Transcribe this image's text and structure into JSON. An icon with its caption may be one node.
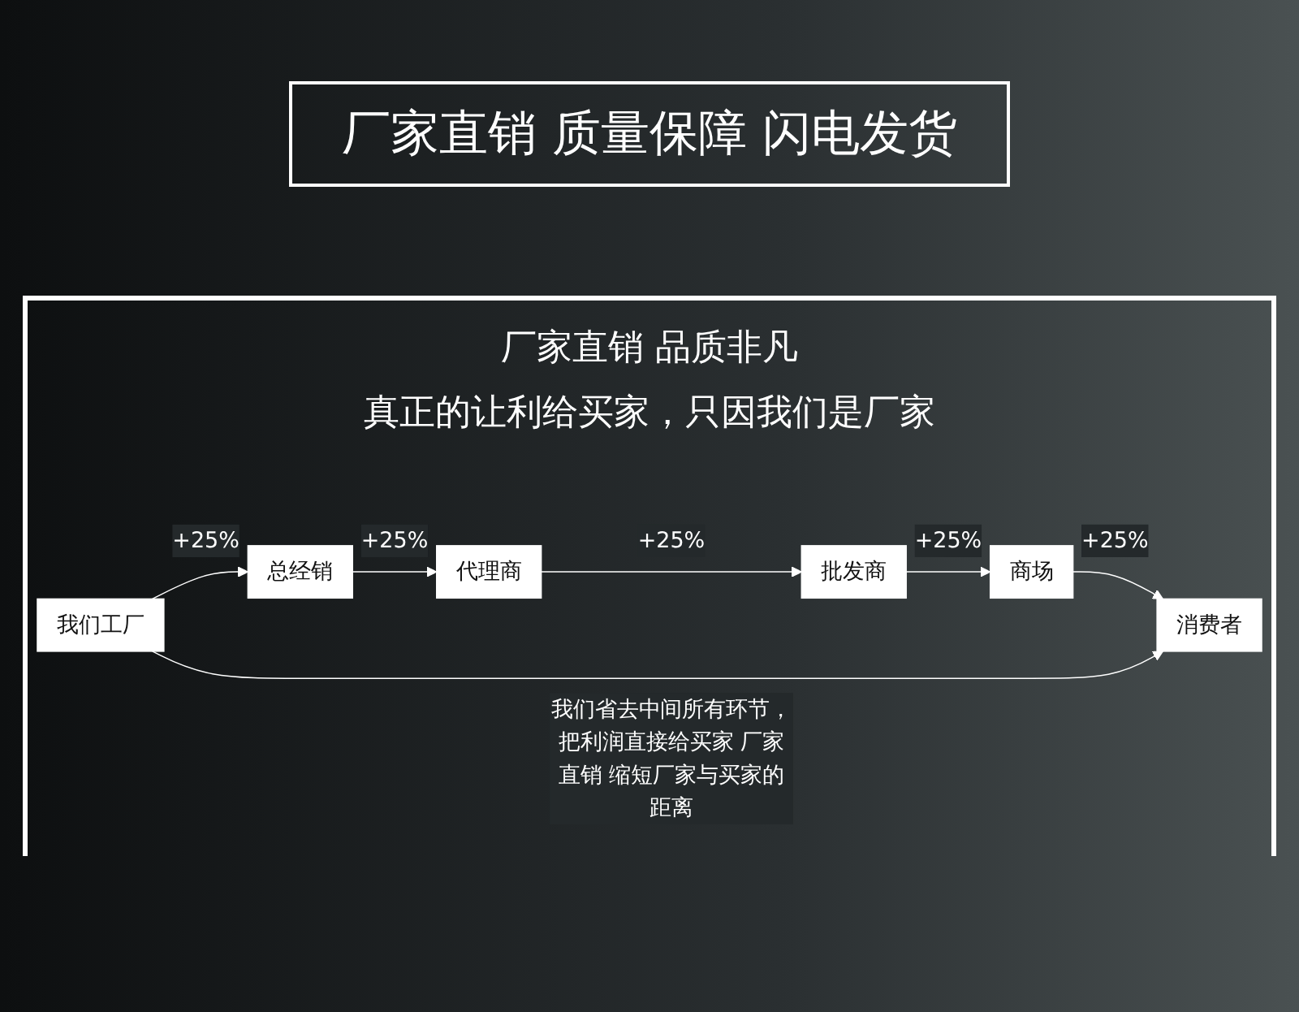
{
  "diagram": {
    "title": "厂家直销 质量保障 闪电发货",
    "nodes": [
      {
        "text": [
          "总经销"
        ]
      },
      {
        "text": [
          "代理商"
        ]
      },
      {
        "text": [
          "批发商"
        ]
      },
      {
        "text": [
          "商场"
        ]
      },
      {
        "text": [
          "我们工厂"
        ]
      },
      {
        "text": [
          "消费者"
        ]
      }
    ],
    "edges": [
      {
        "from": 0,
        "to": 1,
        "arrow": "to",
        "label": "+25%"
      },
      {
        "from": 1,
        "to": 2,
        "arrow": "to",
        "label": "+25%"
      },
      {
        "from": 2,
        "to": 3,
        "arrow": "to",
        "label": "+25%"
      },
      {
        "from": 3,
        "to": 5,
        "arrow": "to",
        "label": "+25%"
      },
      {
        "from": 4,
        "to": 0,
        "arrow": "to",
        "label": "+25%"
      },
      {
        "from": 4,
        "to": 5,
        "arrow": "to",
        "label": "我们省去中间所有环节，把利润直接给买家 厂家直销 缩短厂家与买家的距离"
      }
    ],
    "labels": [
      "厂家直销 品质非凡",
      "真正的让利给买家，只因我们是厂家"
    ]
  }
}
